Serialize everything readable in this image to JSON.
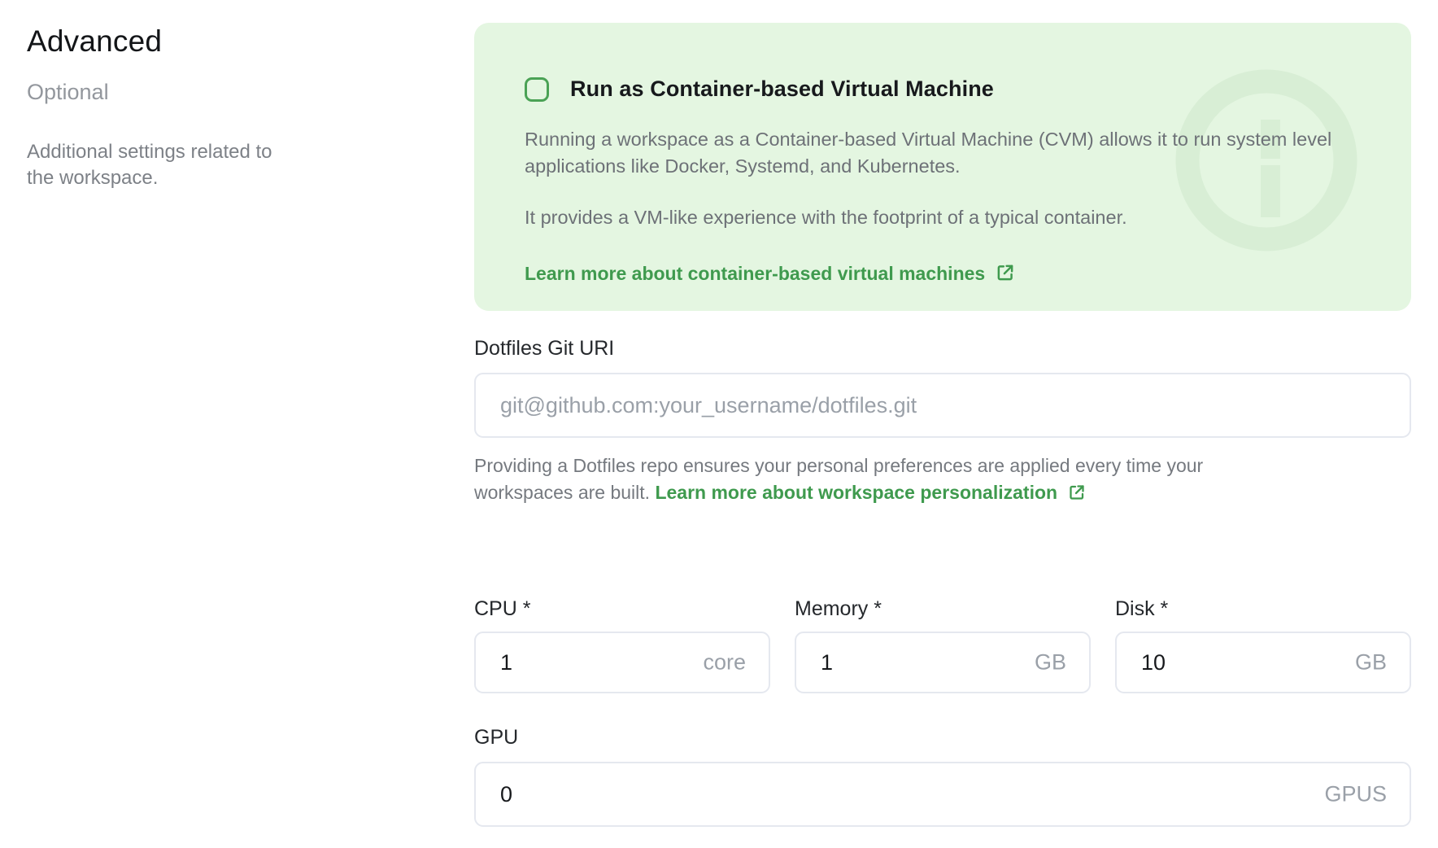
{
  "colors": {
    "banner_background": "#e4f6e1",
    "banner_watermark_green": "#d8eed5",
    "accent_green": "#3f9a4e",
    "checkbox_green": "#4aa255",
    "input_border": "#e5e8ef",
    "muted_text": "#6d7177"
  },
  "sidebar": {
    "title": "Advanced",
    "subtitle": "Optional",
    "description": "Additional settings related to the workspace."
  },
  "cvm_banner": {
    "checkbox_checked": false,
    "title": "Run as Container-based Virtual Machine",
    "paragraph1": "Running a workspace as a Container-based Virtual Machine (CVM) allows it to run system level applications like Docker, Systemd, and Kubernetes.",
    "paragraph2": "It provides a VM-like experience with the footprint of a typical container.",
    "link_label": "Learn more about container-based virtual machines"
  },
  "dotfiles": {
    "label": "Dotfiles Git URI",
    "value": "",
    "placeholder": "git@github.com:your_username/dotfiles.git",
    "helper_text": "Providing a Dotfiles repo ensures your personal preferences are applied every time your workspaces are built.",
    "helper_link_label": "Learn more about workspace personalization"
  },
  "resources": {
    "fields": [
      {
        "label": "CPU *",
        "value": "1",
        "unit": "core"
      },
      {
        "label": "Memory *",
        "value": "1",
        "unit": "GB"
      },
      {
        "label": "Disk *",
        "value": "10",
        "unit": "GB"
      }
    ],
    "gpu": {
      "label": "GPU",
      "value": "0",
      "unit": "GPUS"
    }
  }
}
